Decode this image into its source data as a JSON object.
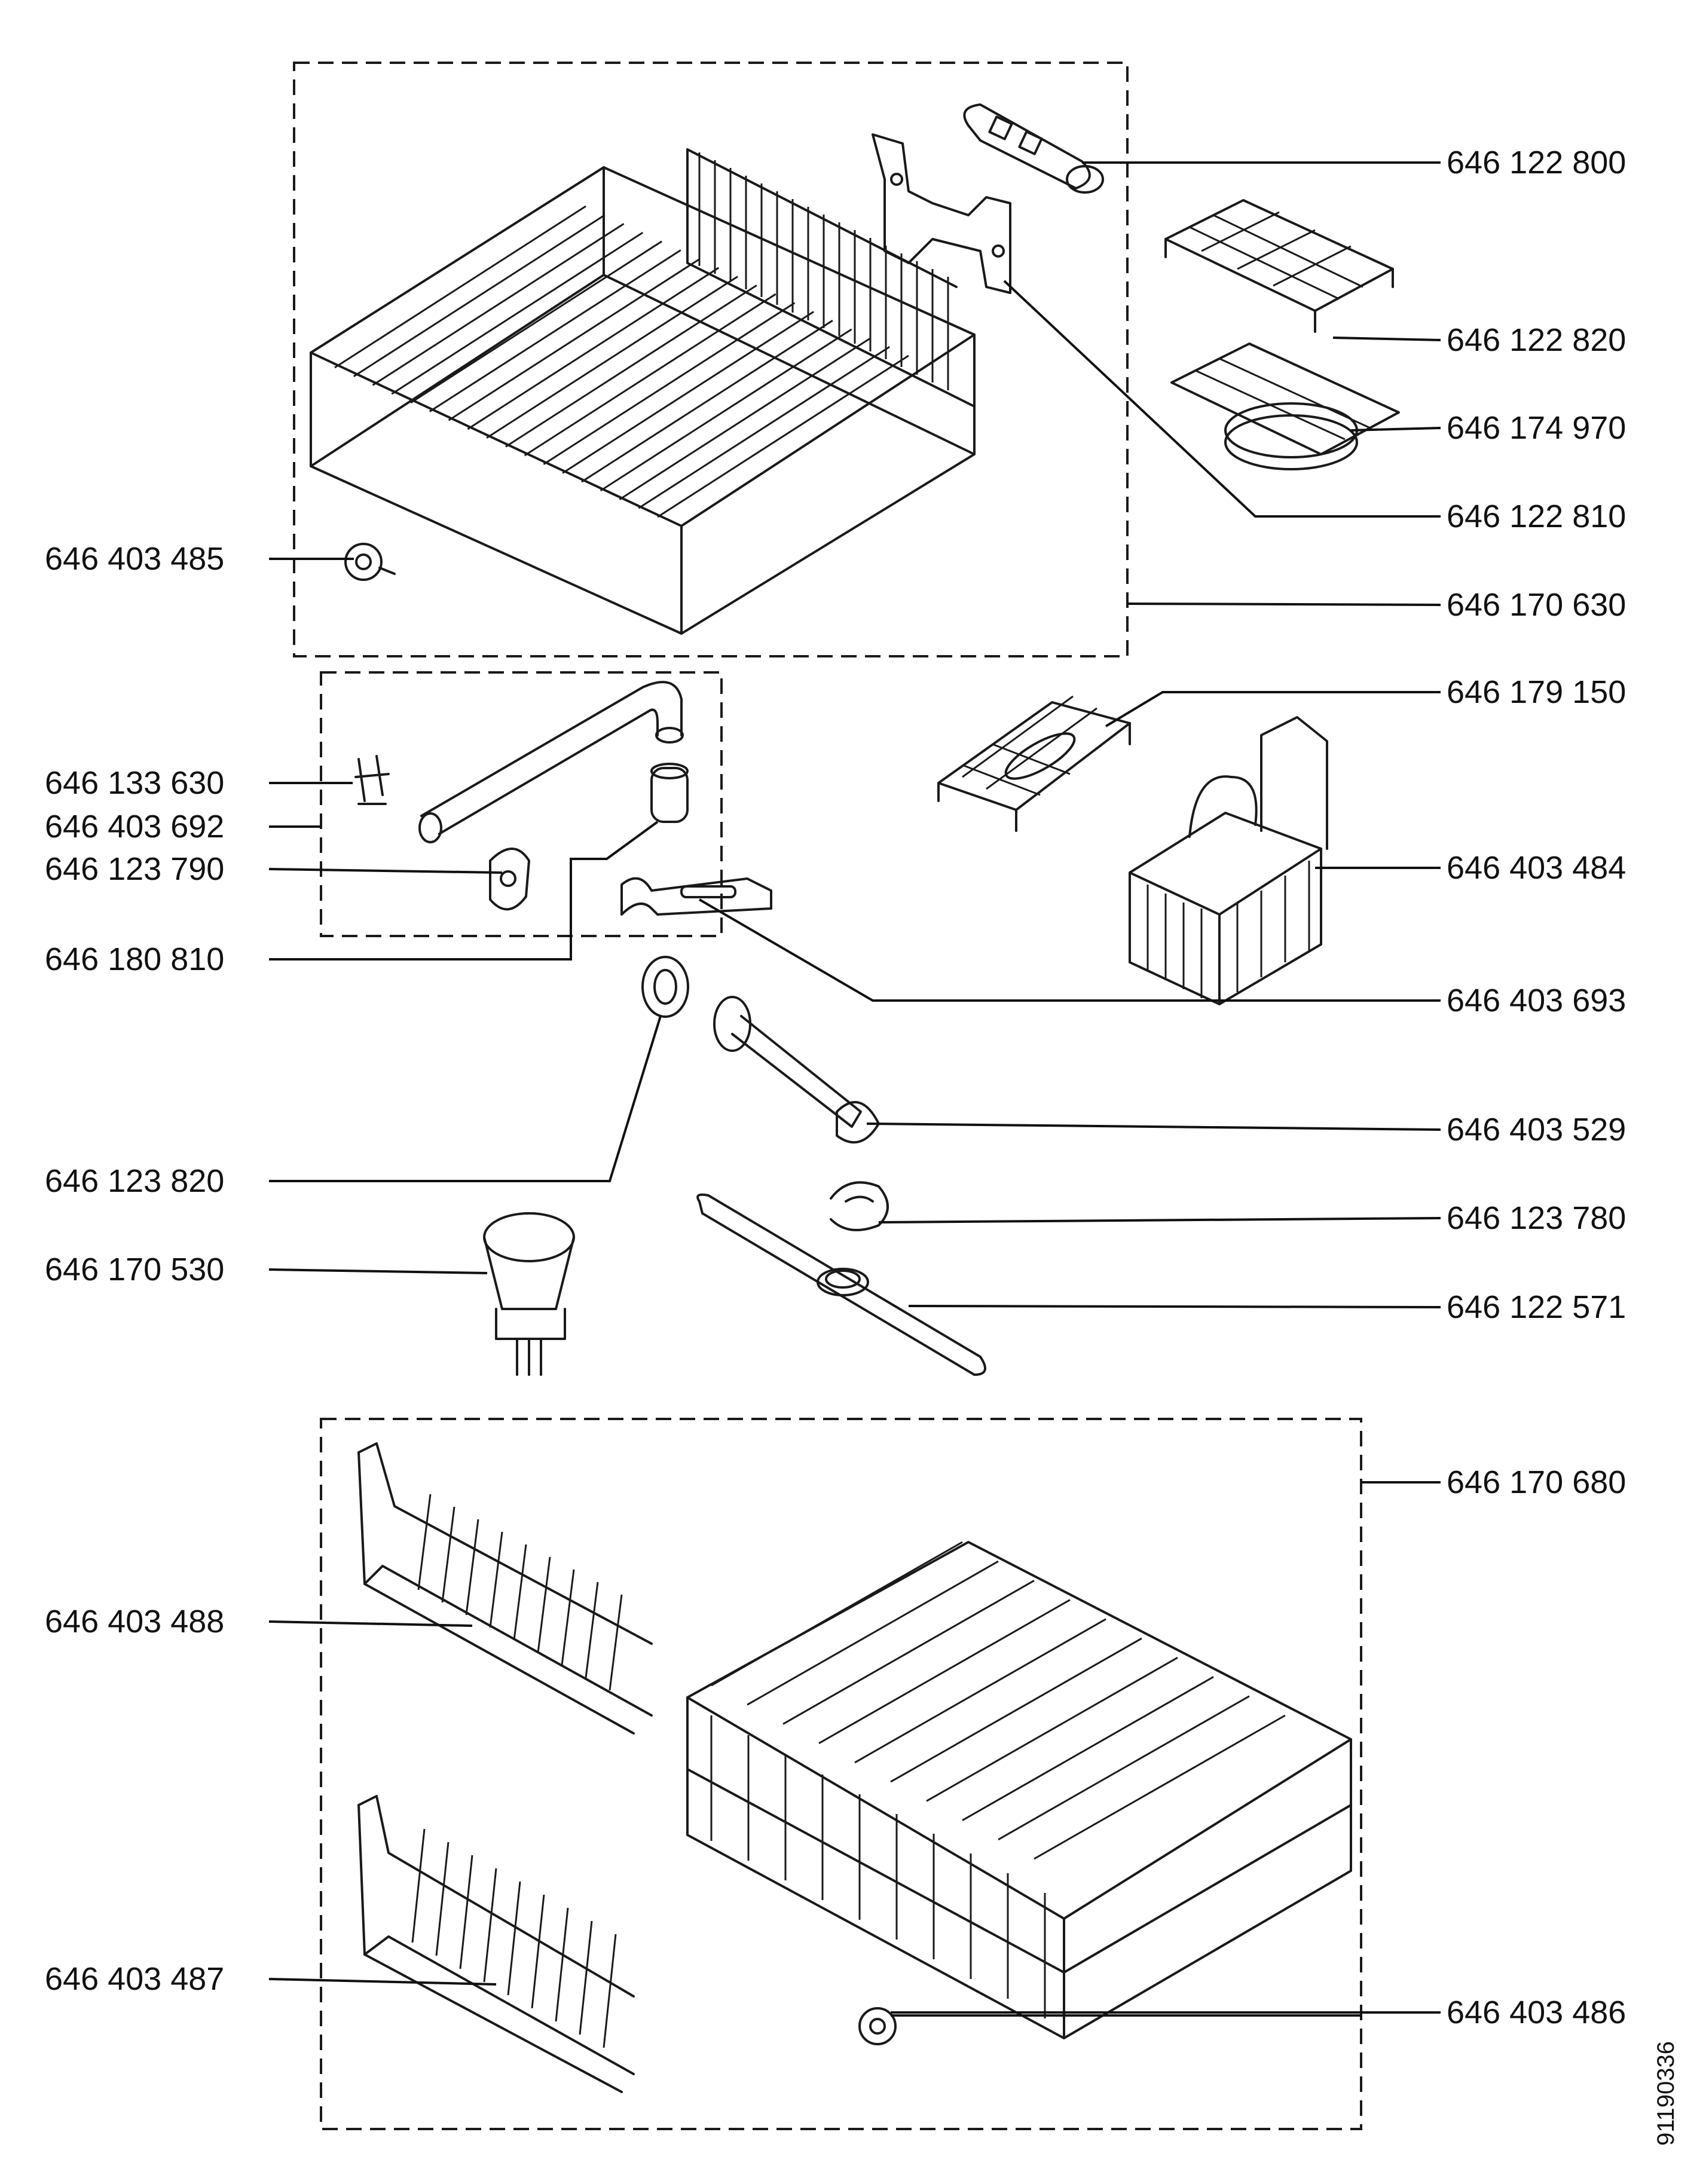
{
  "parts": [
    {
      "id": "p1",
      "number": "646 122 800"
    },
    {
      "id": "p2",
      "number": "646 122 820"
    },
    {
      "id": "p3",
      "number": "646 174 970"
    },
    {
      "id": "p4",
      "number": "646 122 810"
    },
    {
      "id": "p5",
      "number": "646 170 630"
    },
    {
      "id": "p6",
      "number": "646 179 150"
    },
    {
      "id": "p7",
      "number": "646 403 484"
    },
    {
      "id": "p8",
      "number": "646 403 693"
    },
    {
      "id": "p9",
      "number": "646 403 529"
    },
    {
      "id": "p10",
      "number": "646 123 780"
    },
    {
      "id": "p11",
      "number": "646 122 571"
    },
    {
      "id": "p12",
      "number": "646 170 680"
    },
    {
      "id": "p13",
      "number": "646 403 486"
    },
    {
      "id": "p14",
      "number": "646 403 485"
    },
    {
      "id": "p15",
      "number": "646 133 630"
    },
    {
      "id": "p16",
      "number": "646 403 692"
    },
    {
      "id": "p17",
      "number": "646 123 790"
    },
    {
      "id": "p18",
      "number": "646 180 810"
    },
    {
      "id": "p19",
      "number": "646 123 820"
    },
    {
      "id": "p20",
      "number": "646 170 530"
    },
    {
      "id": "p21",
      "number": "646 403 488"
    },
    {
      "id": "p22",
      "number": "646 403 487"
    }
  ],
  "drawing_code": "91190336"
}
